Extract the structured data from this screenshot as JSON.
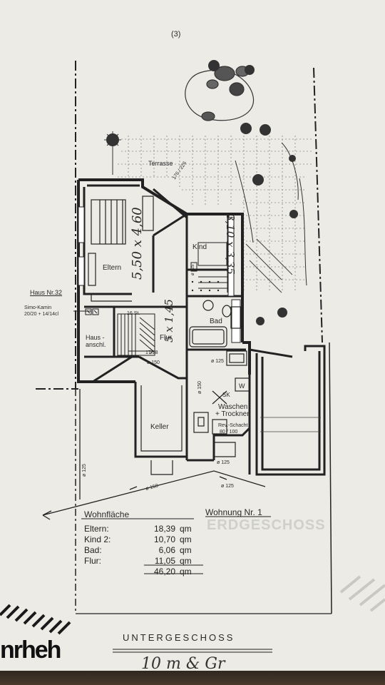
{
  "page_number": "(3)",
  "rooms": {
    "terrasse": "Terrasse",
    "terrasse_dims": "176 / 226",
    "eltern": "Eltern",
    "kind": "Kind",
    "bad": "Bad",
    "flur": "Flur",
    "hausanschl_1": "Haus -",
    "hausanschl_2": "anschl.",
    "keller": "Keller",
    "waschen_1": "Waschen",
    "waschen_2": "+ Trocknen",
    "rev_schacht_1": "Rev.-Schacht",
    "rev_schacht_2": "80 / 100",
    "sk": "SK",
    "w": "W"
  },
  "dimensions": {
    "d150_flur": "ø 150",
    "d125_a": "ø 125",
    "d150_v": "ø 150",
    "d125_bottom": "ø 125",
    "d125_b": "ø 125",
    "d150_left": "ø 150",
    "d125_vleft": "ø 125",
    "stairs": "16 St.",
    "stairs2": "17/28"
  },
  "handwritten": {
    "eltern_dims": "5,50 x 4,60",
    "kind_dims": "3,10 x 3,35",
    "flur_dims": "5 x 1,45",
    "signature": "10 m & Gr"
  },
  "annotations": {
    "haus_nr": "Haus Nr.32",
    "kamin_1": "Simo-Kamin",
    "kamin_2": "20/20 + 14/14cl"
  },
  "area_table": {
    "title": "Wohnfläche",
    "apartment": "Wohnung Nr. 1",
    "rows": [
      {
        "room": "Eltern:",
        "value": "18,39",
        "unit": "qm"
      },
      {
        "room": "Kind 2:",
        "value": "10,70",
        "unit": "qm"
      },
      {
        "room": "Bad:",
        "value": "6,06",
        "unit": "qm"
      },
      {
        "room": "Flur:",
        "value": "11,05",
        "unit": "qm"
      }
    ],
    "total": {
      "value": "46,20",
      "unit": "qm"
    }
  },
  "ghost_text": "ERDGESCHOSS",
  "floor_title": "UNTERGESCHOSS",
  "logo_text": "nrheh"
}
